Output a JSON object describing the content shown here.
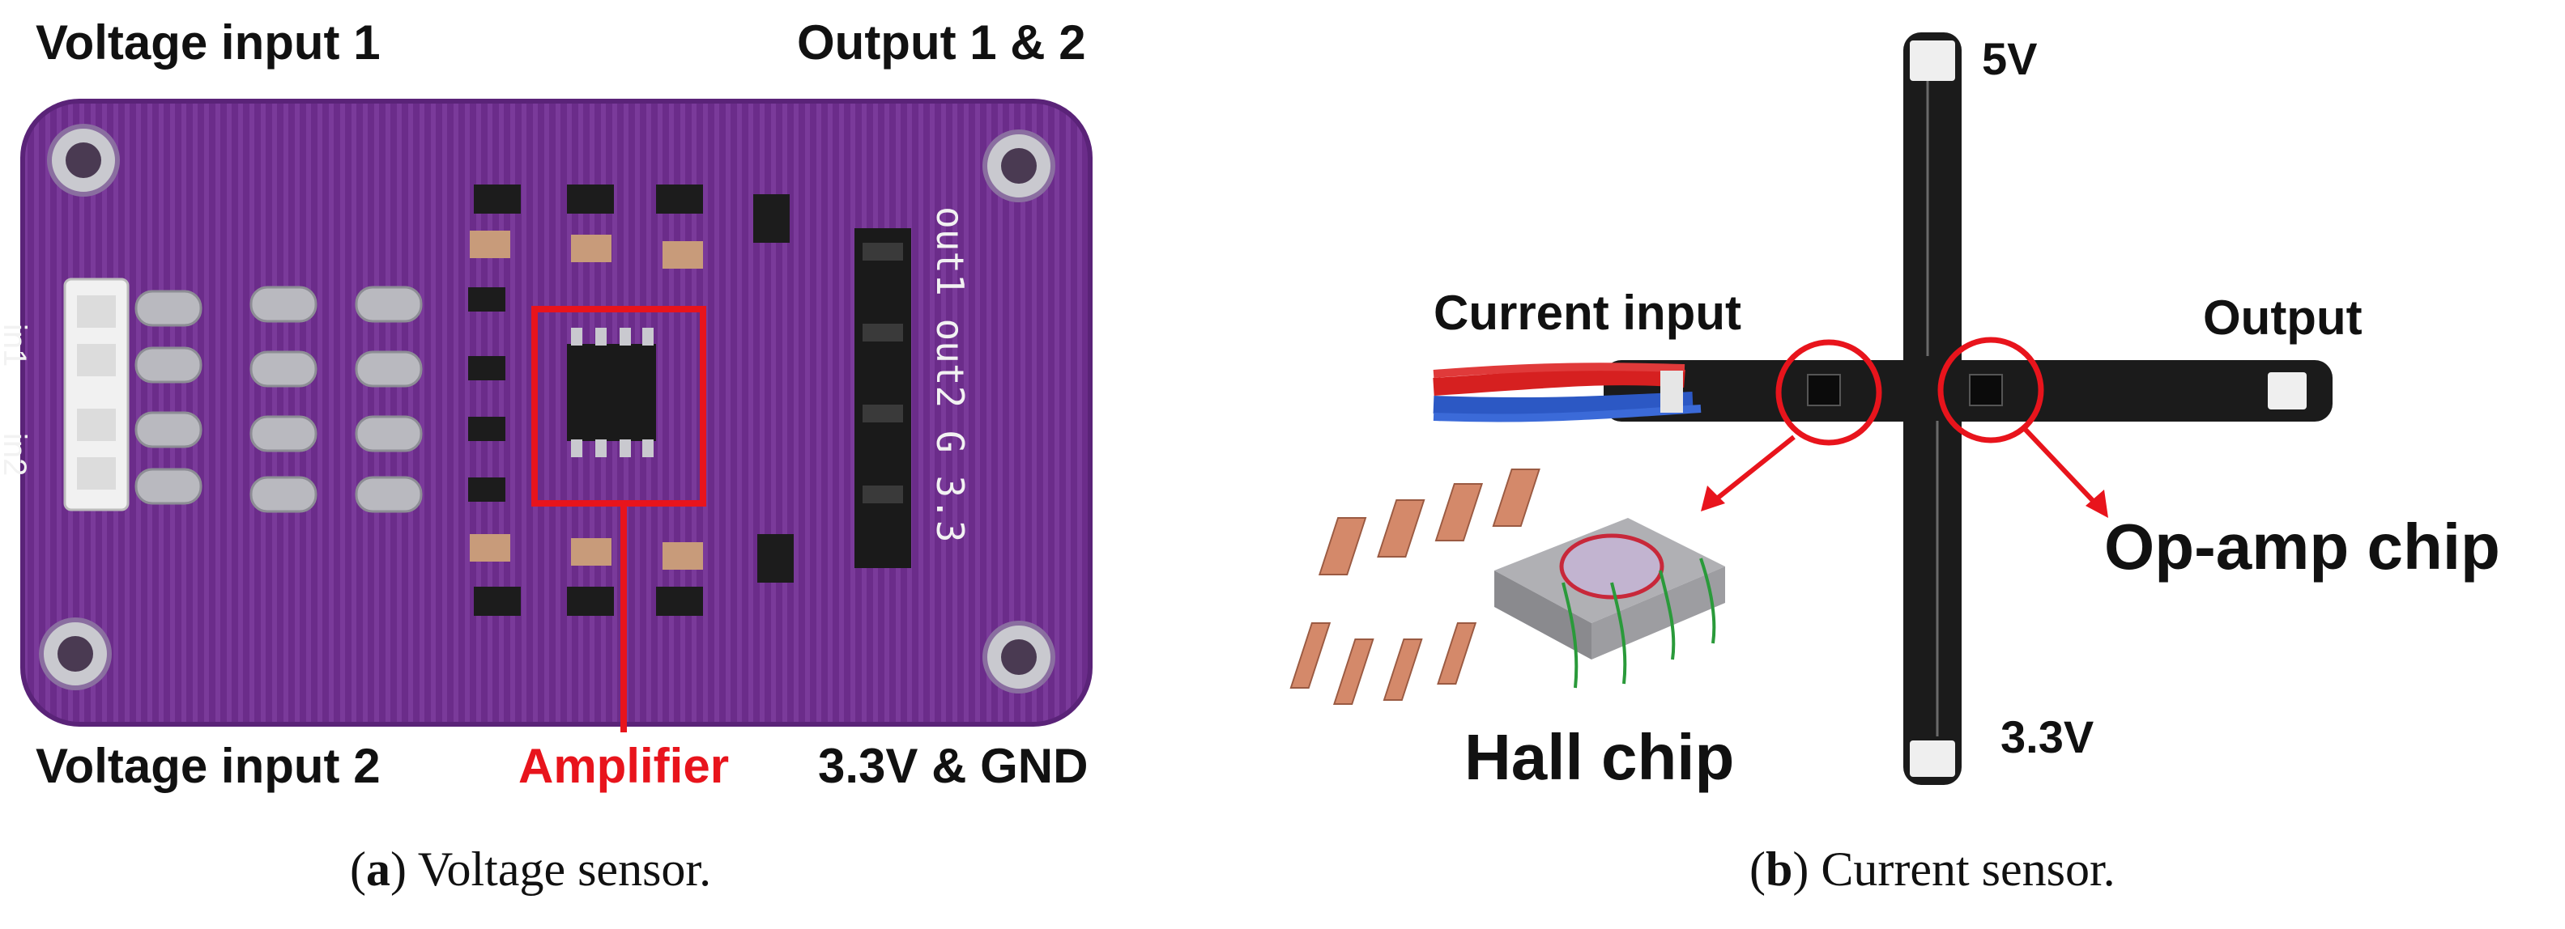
{
  "panel_a": {
    "labels": {
      "voltage_input_1": "Voltage input 1",
      "output_1_2": "Output 1 & 2",
      "voltage_input_2": "Voltage input 2",
      "amplifier": "Amplifier",
      "v33_gnd": "3.3V & GND"
    },
    "silkscreen": {
      "in1": "in1",
      "in2": "in2",
      "out_row": "out1 out2 G 3.3"
    },
    "caption_letter": "a",
    "caption_text": " Voltage sensor."
  },
  "panel_b": {
    "labels": {
      "v5": "5V",
      "current_input": "Current input",
      "output": "Output",
      "opamp_chip": "Op-amp chip",
      "hall_chip": "Hall chip",
      "v33": "3.3V"
    },
    "caption_letter": "b",
    "caption_text": " Current sensor."
  },
  "colors": {
    "pcb_purple": "#6b2c8a",
    "pcb_black": "#1b1b1b",
    "highlight_red": "#e8141c"
  }
}
